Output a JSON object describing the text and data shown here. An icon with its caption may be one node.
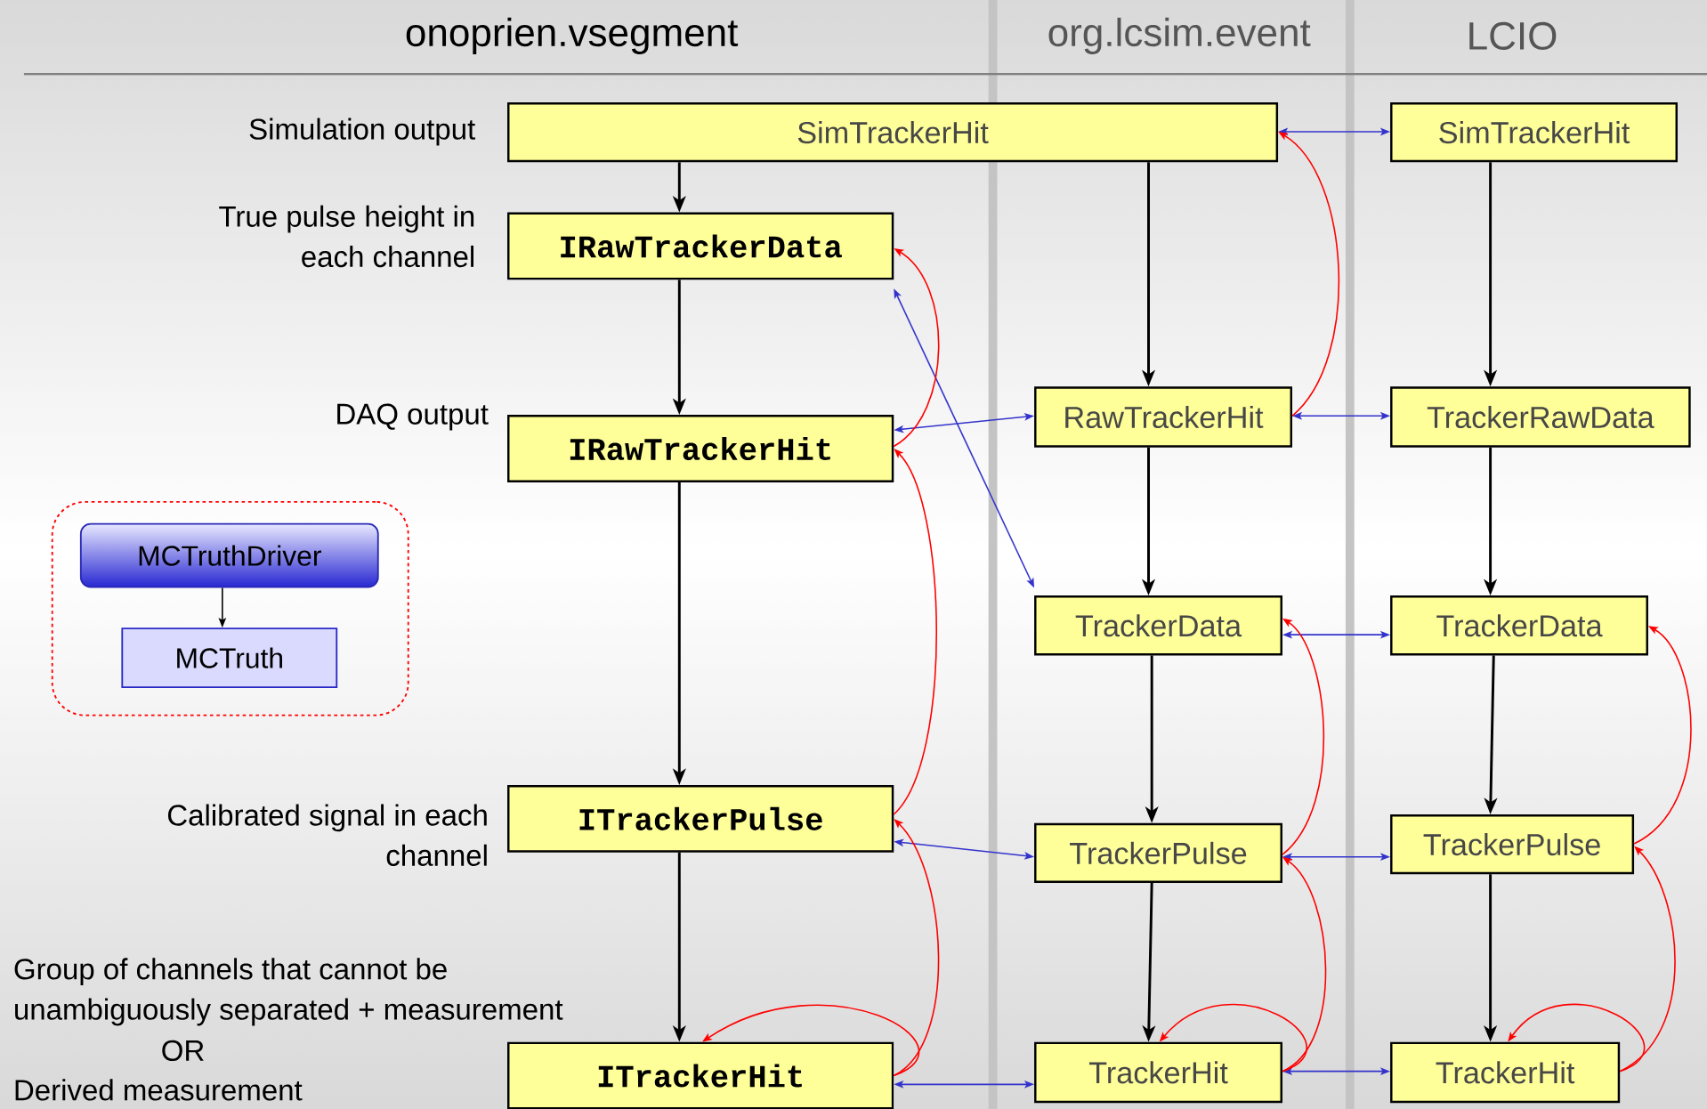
{
  "diagram": {
    "nodes": [
      {
        "text": [
          "SimTrackerHit"
        ]
      },
      {
        "text": [
          "IRawTrackerData"
        ]
      },
      {
        "text": [
          "IRawTrackerHit"
        ]
      },
      {
        "text": [
          "ITrackerPulse"
        ]
      },
      {
        "text": [
          "ITrackerHit"
        ]
      },
      {
        "text": [
          "RawTrackerHit"
        ]
      },
      {
        "text": [
          "TrackerData"
        ]
      },
      {
        "text": [
          "TrackerPulse"
        ]
      },
      {
        "text": [
          "TrackerHit"
        ]
      },
      {
        "text": [
          "SimTrackerHit"
        ]
      },
      {
        "text": [
          "TrackerRawData"
        ]
      },
      {
        "text": [
          "TrackerData"
        ]
      },
      {
        "text": [
          "TrackerPulse"
        ]
      },
      {
        "text": [
          "TrackerHit"
        ]
      },
      {
        "text": [],
        "shape": "box"
      },
      {
        "text": [
          "MCTruthDriver"
        ],
        "in": 14
      },
      {
        "text": [
          "MCTruth"
        ],
        "in": 14
      }
    ],
    "edges": [
      {
        "from": 0,
        "to": 1,
        "arrow": "to"
      },
      {
        "from": 1,
        "to": 2,
        "arrow": "to"
      },
      {
        "from": 2,
        "to": 3,
        "arrow": "to"
      },
      {
        "from": 3,
        "to": 4,
        "arrow": "to"
      },
      {
        "from": 0,
        "to": 5,
        "arrow": "to"
      },
      {
        "from": 5,
        "to": 6,
        "arrow": "to"
      },
      {
        "from": 6,
        "to": 7,
        "arrow": "to"
      },
      {
        "from": 7,
        "to": 8,
        "arrow": "to"
      },
      {
        "from": 9,
        "to": 10,
        "arrow": "to"
      },
      {
        "from": 10,
        "to": 11,
        "arrow": "to"
      },
      {
        "from": 11,
        "to": 12,
        "arrow": "to"
      },
      {
        "from": 12,
        "to": 13,
        "arrow": "to"
      },
      {
        "from": 15,
        "to": 16,
        "arrow": "to"
      },
      {
        "from": 0,
        "to": 9,
        "arrow": "both",
        "color": "#3333cc"
      },
      {
        "from": 2,
        "to": 5,
        "arrow": "both",
        "color": "#3333cc"
      },
      {
        "from": 1,
        "to": 6,
        "arrow": "both",
        "color": "#3333cc"
      },
      {
        "from": 5,
        "to": 10,
        "arrow": "both",
        "color": "#3333cc"
      },
      {
        "from": 6,
        "to": 11,
        "arrow": "both",
        "color": "#3333cc"
      },
      {
        "from": 3,
        "to": 7,
        "arrow": "both",
        "color": "#3333cc"
      },
      {
        "from": 7,
        "to": 12,
        "arrow": "both",
        "color": "#3333cc"
      },
      {
        "from": 4,
        "to": 8,
        "arrow": "both",
        "color": "#3333cc"
      },
      {
        "from": 8,
        "to": 13,
        "arrow": "both",
        "color": "#3333cc"
      },
      {
        "from": 2,
        "to": 1,
        "arrow": "to",
        "color": "#ff0000"
      },
      {
        "from": 5,
        "to": 0,
        "arrow": "to",
        "color": "#ff0000"
      },
      {
        "from": 3,
        "to": 2,
        "arrow": "to",
        "color": "#ff0000"
      },
      {
        "from": 4,
        "to": 3,
        "arrow": "to",
        "color": "#ff0000"
      },
      {
        "from": 4,
        "to": 4,
        "arrow": "to",
        "color": "#ff0000"
      },
      {
        "from": 7,
        "to": 6,
        "arrow": "to",
        "color": "#ff0000"
      },
      {
        "from": 8,
        "to": 7,
        "arrow": "to",
        "color": "#ff0000"
      },
      {
        "from": 8,
        "to": 8,
        "arrow": "to",
        "color": "#ff0000"
      },
      {
        "from": 12,
        "to": 11,
        "arrow": "to",
        "color": "#ff0000"
      },
      {
        "from": 13,
        "to": 12,
        "arrow": "to",
        "color": "#ff0000"
      },
      {
        "from": 13,
        "to": 13,
        "arrow": "to",
        "color": "#ff0000"
      }
    ],
    "labels": [
      "onoprien.vsegment",
      "org.lcsim.event",
      "LCIO",
      "Simulation output",
      "True pulse height in each channel",
      "DAQ output",
      "Calibrated signal in each channel",
      "Group of channels that cannot be unambiguously separated + measurement",
      "OR",
      "Derived measurement"
    ]
  }
}
